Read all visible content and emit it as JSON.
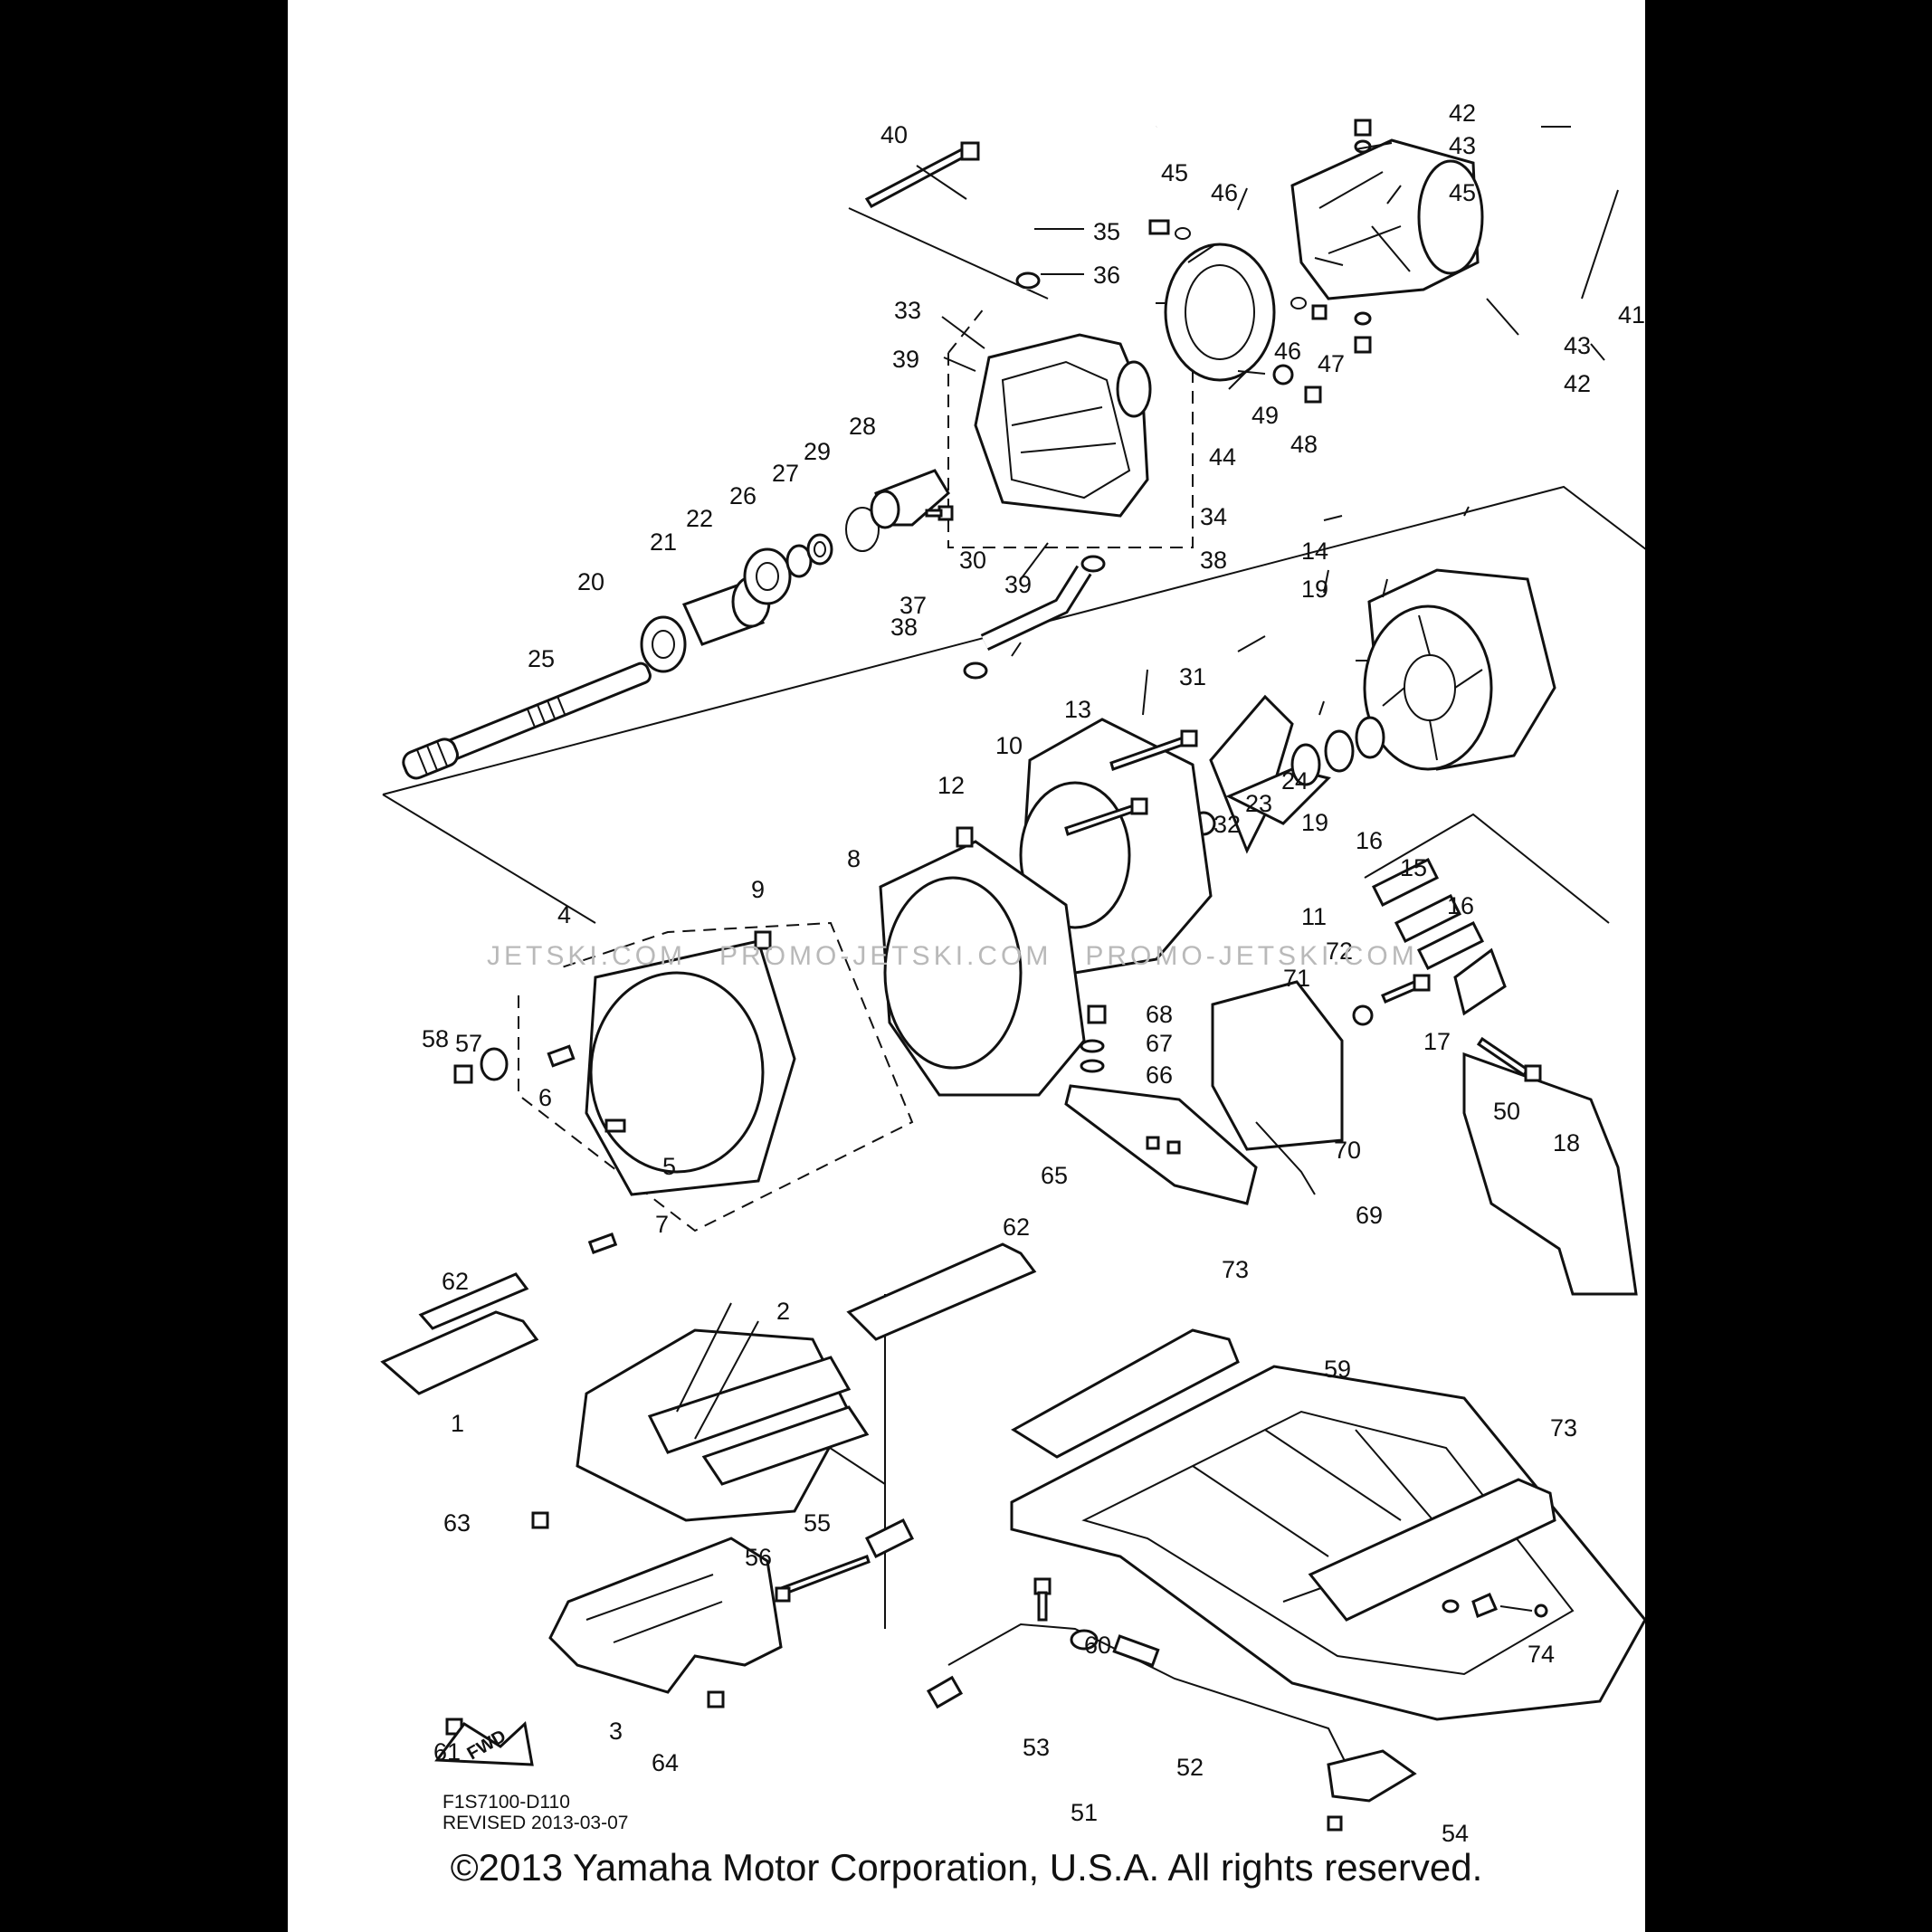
{
  "document": {
    "code": "F1S7100-D110",
    "revised": "REVISED 2013-03-07",
    "copyright": "©2013 Yamaha Motor Corporation, U.S.A. All rights reserved.",
    "watermark": "JETSKI.COM   PROMO-JETSKI.COM   PROMO-JETSKI.COM",
    "fwd_label": "FWD"
  },
  "callouts": [
    "1",
    "2",
    "3",
    "4",
    "5",
    "6",
    "7",
    "8",
    "9",
    "10",
    "11",
    "12",
    "13",
    "14",
    "15",
    "16",
    "17",
    "18",
    "19",
    "20",
    "21",
    "22",
    "23",
    "24",
    "25",
    "26",
    "27",
    "28",
    "29",
    "30",
    "31",
    "32",
    "33",
    "34",
    "35",
    "36",
    "37",
    "38",
    "39",
    "40",
    "41",
    "42",
    "43",
    "44",
    "45",
    "46",
    "47",
    "48",
    "49",
    "50",
    "51",
    "52",
    "53",
    "54",
    "55",
    "56",
    "57",
    "58",
    "59",
    "60",
    "61",
    "62",
    "63",
    "64",
    "65",
    "66",
    "67",
    "68",
    "69",
    "70",
    "71",
    "72",
    "73",
    "74"
  ]
}
